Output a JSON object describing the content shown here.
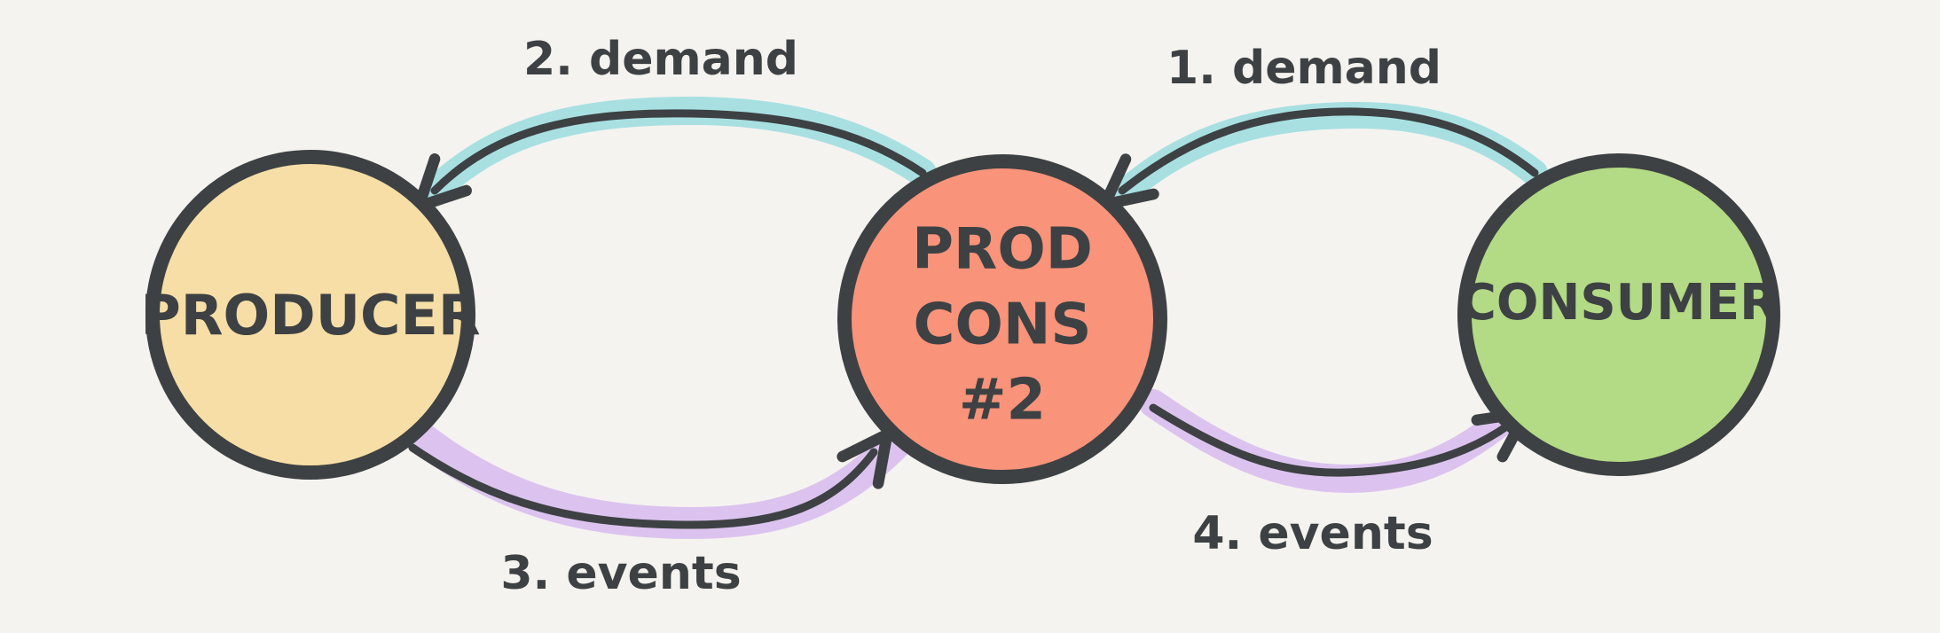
{
  "diagram": {
    "nodes": [
      {
        "id": "producer",
        "lines": [
          "PRODUCER"
        ],
        "fill": "#f7dea6"
      },
      {
        "id": "prodcons",
        "lines": [
          "PROD",
          "CONS",
          "#2"
        ],
        "fill": "#f9937a"
      },
      {
        "id": "consumer",
        "lines": [
          "CONSUMER"
        ],
        "fill": "#b3da84"
      }
    ],
    "edges": [
      {
        "id": "edge-1",
        "label": "1. demand",
        "from": "consumer",
        "to": "prodcons",
        "kind": "demand"
      },
      {
        "id": "edge-2",
        "label": "2. demand",
        "from": "prodcons",
        "to": "producer",
        "kind": "demand"
      },
      {
        "id": "edge-3",
        "label": "3. events",
        "from": "producer",
        "to": "prodcons",
        "kind": "events"
      },
      {
        "id": "edge-4",
        "label": "4. events",
        "from": "prodcons",
        "to": "consumer",
        "kind": "events"
      }
    ],
    "colors": {
      "outline": "#3d4143",
      "demand_highlight": "#a8e0e2",
      "events_highlight": "#dcc3ef",
      "background": "#f5f3ef"
    }
  }
}
